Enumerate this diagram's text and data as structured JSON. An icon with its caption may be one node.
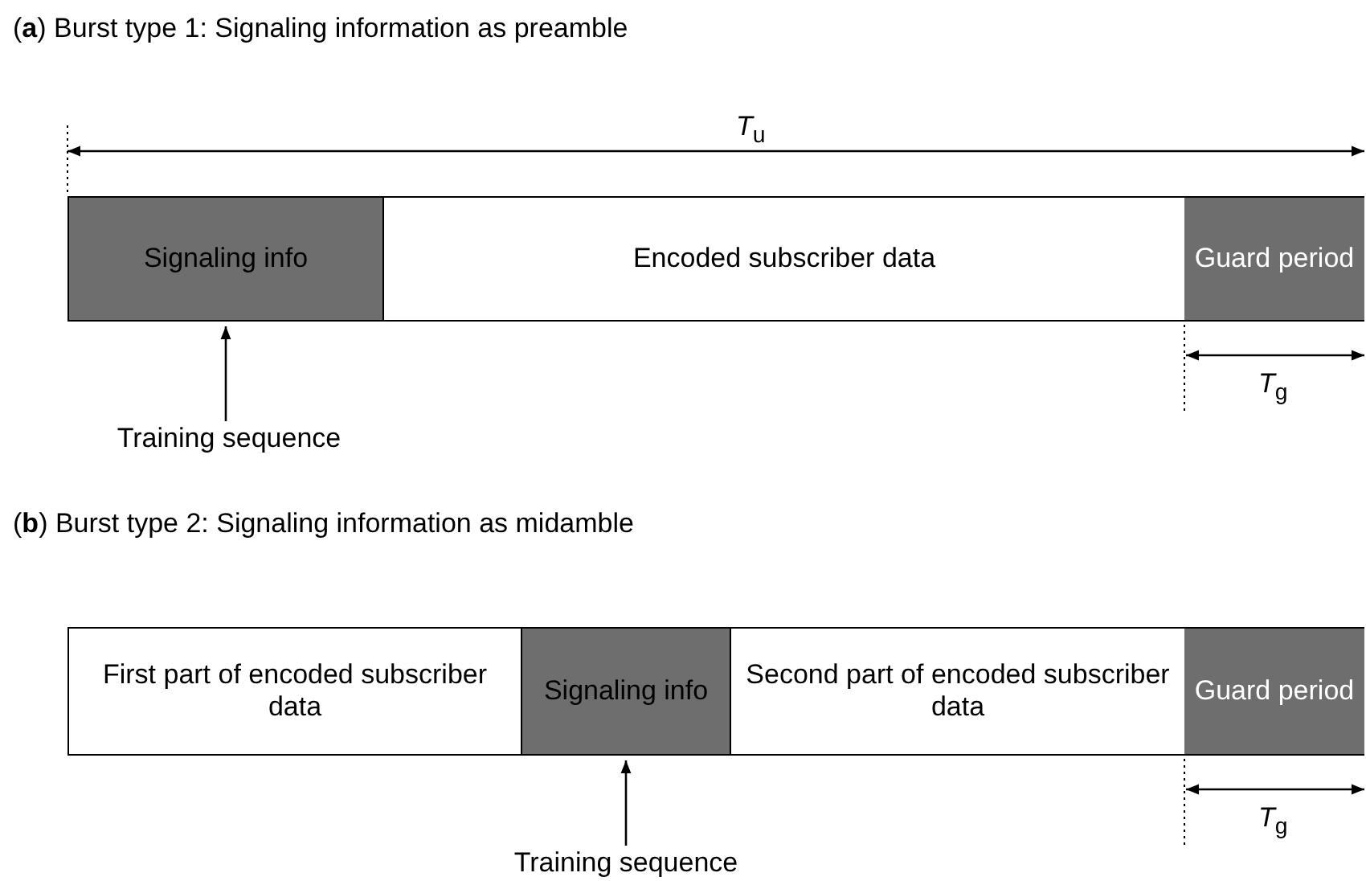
{
  "diagram": {
    "nodes": [
      {
        "text": [
          "Signaling info"
        ]
      },
      {
        "text": [
          "Encoded subscriber data"
        ]
      },
      {
        "text": [
          "Guard period"
        ]
      },
      {
        "text": [
          "Training sequence"
        ]
      },
      {
        "text": [
          "First part of encoded subscriber data"
        ]
      },
      {
        "text": [
          "Signaling info"
        ]
      },
      {
        "text": [
          "Second part of encoded subscriber data"
        ]
      },
      {
        "text": [
          "Guard period"
        ]
      },
      {
        "text": [
          "Training sequence"
        ]
      }
    ],
    "edges": [
      {
        "from": 3,
        "to": 0,
        "arrow": "to"
      },
      {
        "from": 8,
        "to": 5,
        "arrow": "to"
      }
    ],
    "labels": [
      "(**a**) Burst type 1: Signaling information as preamble",
      "*T*$_{u}$",
      "*T*$_{g}$",
      "(**b**) Burst type 2: Signaling information as midamble",
      "*T*$_{g}$"
    ]
  }
}
